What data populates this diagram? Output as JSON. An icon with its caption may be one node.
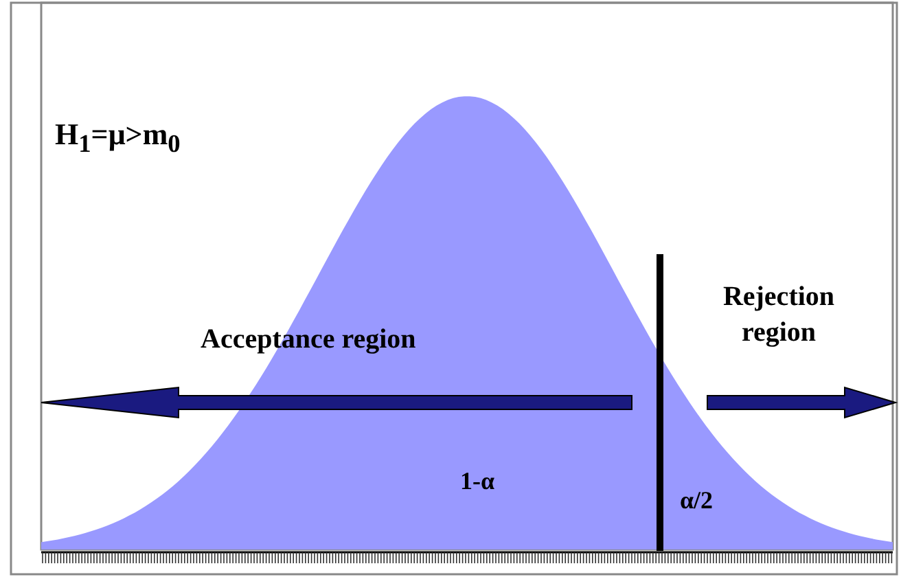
{
  "diagram": {
    "labels": [
      "H$_{1}$=μ>m$_{0}$",
      "Rejection region",
      "Acceptance region",
      "1-α",
      "α/2"
    ]
  }
}
